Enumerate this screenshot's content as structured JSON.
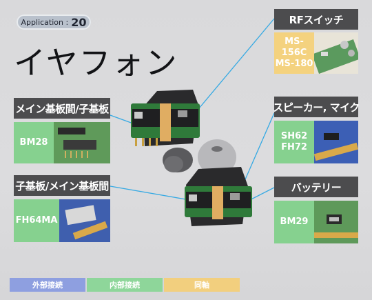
{
  "header": {
    "application_label": "Application :",
    "application_number": "20",
    "title": "イヤフォン"
  },
  "callouts": [
    {
      "label": "RFスイッチ",
      "codes": "MS-156C\nMS-180",
      "category": "coaxial"
    },
    {
      "label": "メイン基板間/子基板",
      "codes": "BM28",
      "category": "internal"
    },
    {
      "label": "スピーカー, マイク",
      "codes": "SH62\nFH72",
      "category": "internal"
    },
    {
      "label": "子基板/メイン基板間",
      "codes": "FH64MA",
      "category": "internal"
    },
    {
      "label": "バッテリー",
      "codes": "BM29",
      "category": "internal"
    }
  ],
  "legend": [
    {
      "label": "外部接続",
      "color": "#8e9fe0"
    },
    {
      "label": "内部接続",
      "color": "#8ed69a"
    },
    {
      "label": "同軸",
      "color": "#f2cf7e"
    }
  ],
  "colors": {
    "internal": "#86d18f",
    "coaxial": "#f4d27f",
    "label_bg": "#4c4c4e",
    "callout_line": "#35a9e3"
  }
}
